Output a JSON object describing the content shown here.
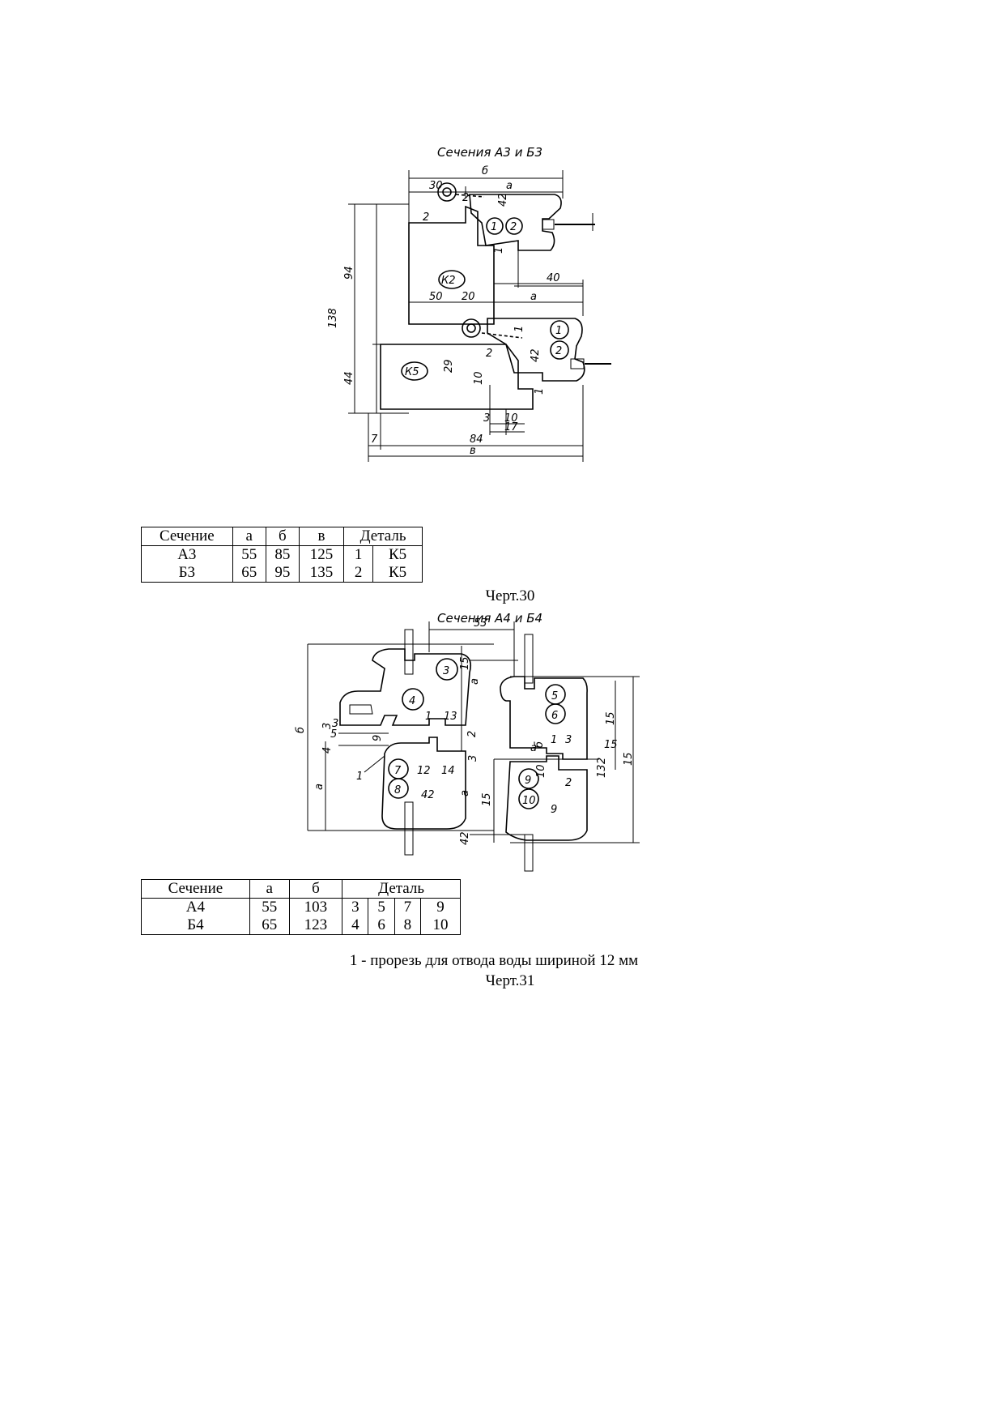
{
  "drawing30": {
    "title": "Сечения А3 и Б3",
    "dims": [
      "б",
      "30",
      "а",
      "2",
      "42",
      "2",
      "1",
      "94",
      "138",
      "44",
      "50",
      "20",
      "а",
      "40",
      "1",
      "42",
      "2",
      "29",
      "10",
      "1",
      "3",
      "10",
      "17",
      "7",
      "84",
      "в"
    ],
    "details": [
      "1",
      "2",
      "К2",
      "1",
      "2",
      "К5"
    ]
  },
  "table30": {
    "headers": [
      "Сечение",
      "а",
      "б",
      "в",
      "Деталь"
    ],
    "rows": [
      [
        "А3",
        "55",
        "85",
        "125",
        "1",
        "К5"
      ],
      [
        "Б3",
        "65",
        "95",
        "135",
        "2",
        "К5"
      ]
    ]
  },
  "caption30": "Черт.30",
  "drawing31": {
    "title": "Сечения А4 и Б4",
    "dims": [
      "53",
      "15",
      "а",
      "б",
      "1",
      "13",
      "3",
      "5",
      "4",
      "3",
      "9",
      "2",
      "3",
      "12",
      "14",
      "42",
      "а",
      "1",
      "15",
      "15",
      "а",
      "б",
      "1",
      "3",
      "2",
      "13",
      "10",
      "2",
      "9",
      "15",
      "42",
      "а",
      "15"
    ],
    "details": [
      "3",
      "4",
      "7",
      "8",
      "5",
      "6",
      "9",
      "10"
    ]
  },
  "table31": {
    "headers": [
      "Сечение",
      "а",
      "б",
      "Деталь"
    ],
    "rows": [
      [
        "А4",
        "55",
        "103",
        "3",
        "5",
        "7",
        "9"
      ],
      [
        "Б4",
        "65",
        "123",
        "4",
        "6",
        "8",
        "10"
      ]
    ]
  },
  "note31": "1 - прорезь для отвода воды шириной 12 мм",
  "caption31": "Черт.31"
}
